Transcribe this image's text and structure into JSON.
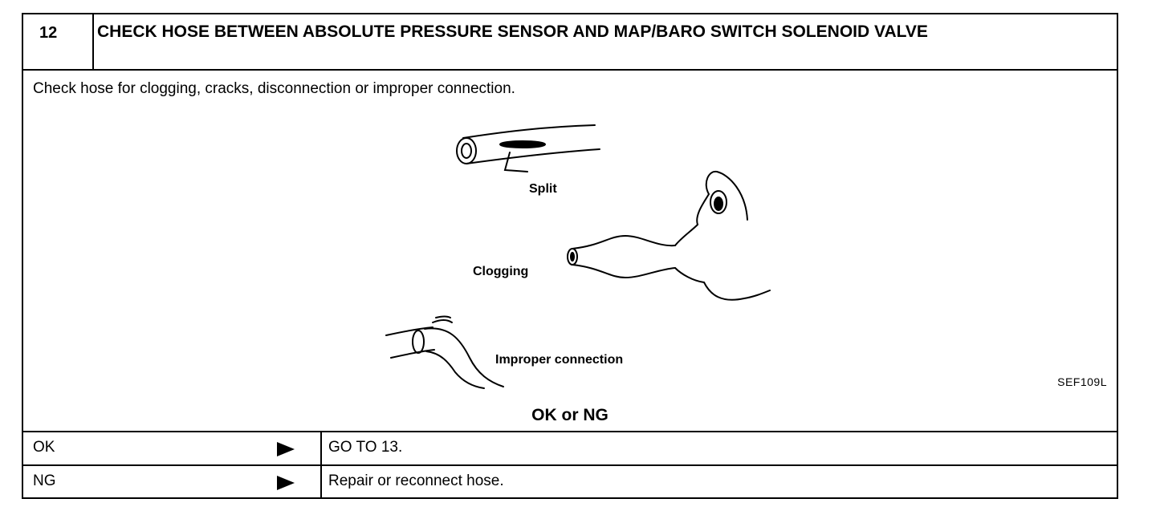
{
  "step": {
    "number": "12",
    "title": "CHECK HOSE BETWEEN ABSOLUTE PRESSURE SENSOR AND MAP/BARO SWITCH SOLENOID VALVE"
  },
  "instruction": "Check hose for clogging, cracks, disconnection or improper connection.",
  "figure": {
    "labels": {
      "split": "Split",
      "clogging": "Clogging",
      "improper": "Improper connection"
    },
    "code": "SEF109L"
  },
  "result": {
    "label": "OK or NG",
    "rows": [
      {
        "condition": "OK",
        "action": "GO TO 13."
      },
      {
        "condition": "NG",
        "action": "Repair or reconnect hose."
      }
    ]
  }
}
